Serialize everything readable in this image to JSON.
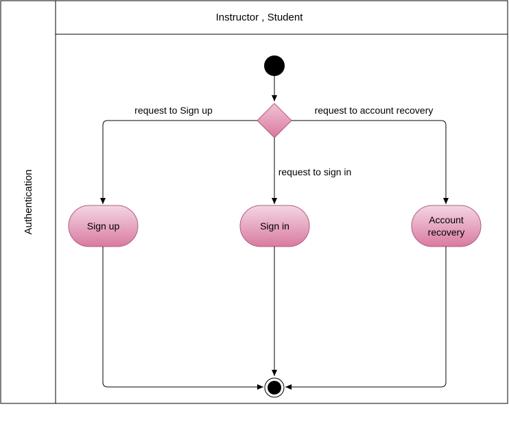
{
  "swimlane": {
    "header": "Instructor , Student",
    "lane_label": "Authentication"
  },
  "edges": {
    "to_sign_up": "request to Sign up",
    "to_sign_in": "request to sign in",
    "to_recovery": "request to account recovery"
  },
  "nodes": {
    "sign_up": "Sign up",
    "sign_in": "Sign in",
    "recovery_line1": "Account",
    "recovery_line2": "recovery"
  },
  "colors": {
    "node_fill_top": "#f2cfe0",
    "node_fill_bottom": "#d9789f",
    "node_stroke": "#b05b7d",
    "decision_fill": "#e592b3",
    "line": "#000000"
  }
}
